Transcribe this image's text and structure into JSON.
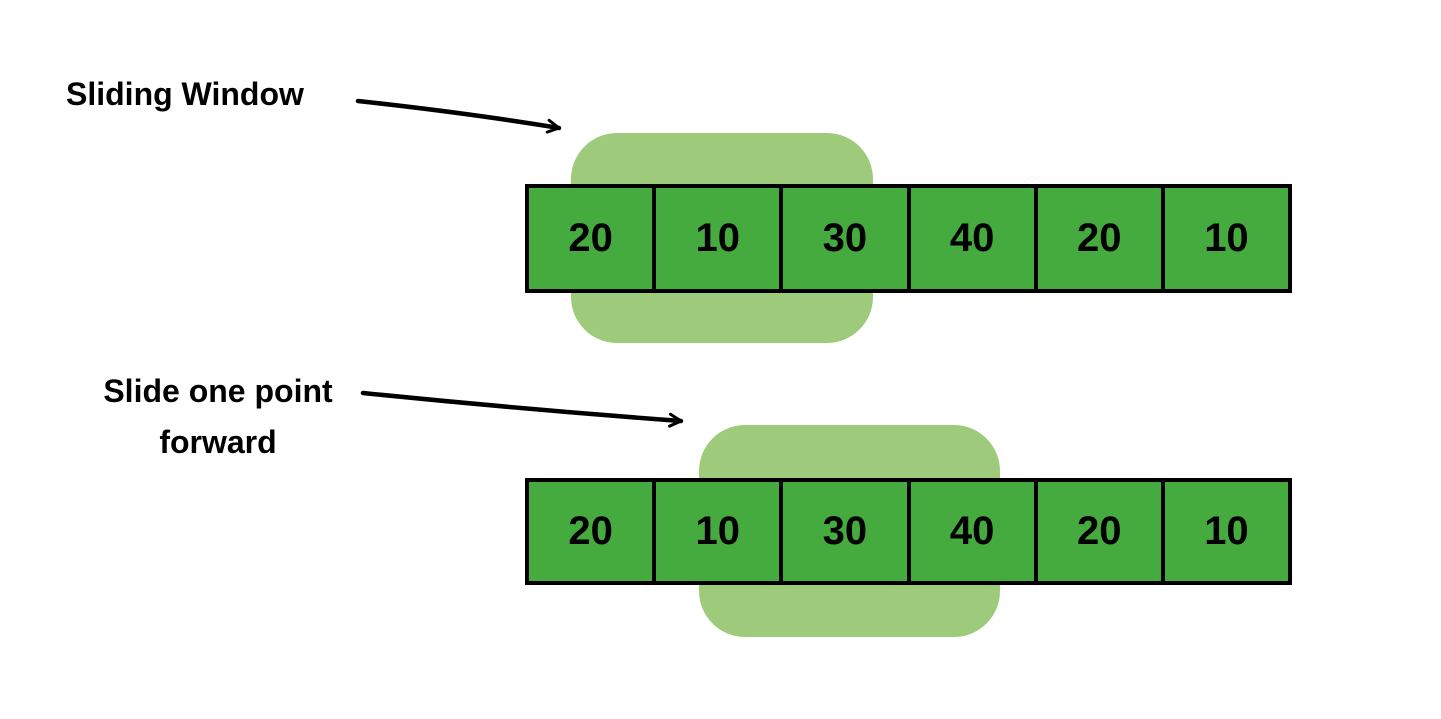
{
  "colors": {
    "background": "#FFFFFF",
    "cell_fill": "#45AB3E",
    "window_fill": "#9DCB7B",
    "border": "#000000",
    "text": "#000000"
  },
  "annotations": {
    "sliding_window_label": "Sliding Window",
    "slide_forward_label_line1": "Slide one point",
    "slide_forward_label_line2": "forward"
  },
  "rows": [
    {
      "name": "initial-window",
      "cells": [
        "20",
        "10",
        "30",
        "40",
        "20",
        "10"
      ],
      "window_start_index": 0,
      "window_size": 3
    },
    {
      "name": "shifted-window",
      "cells": [
        "20",
        "10",
        "30",
        "40",
        "20",
        "10"
      ],
      "window_start_index": 1,
      "window_size": 3
    }
  ]
}
